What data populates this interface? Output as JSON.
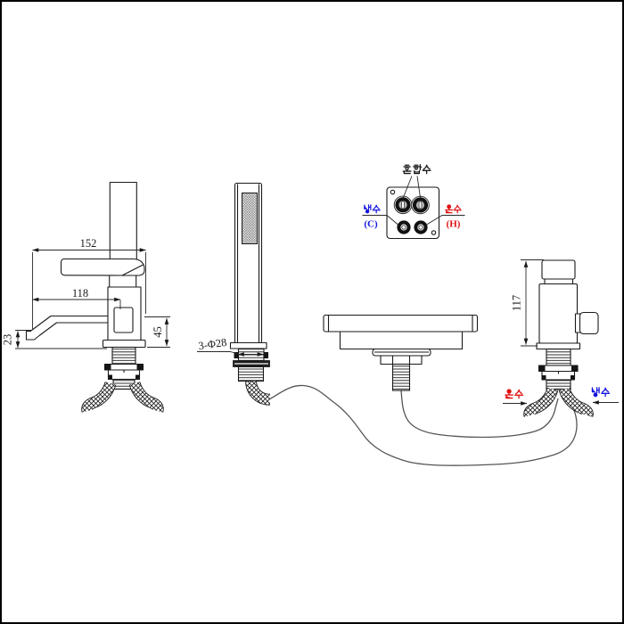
{
  "diagram": {
    "dimensions": {
      "reach": "152",
      "center_offset": "118",
      "outlet_drop": "23",
      "body_height": "45",
      "valve_height": "117",
      "hole_spec": "3-Φ28"
    },
    "plate": {
      "mixed": "혼합수",
      "cold": "냉수",
      "cold_code": "(C)",
      "hot": "온수",
      "hot_code": "(H)"
    },
    "supply": {
      "hot": "온수",
      "cold": "냉수"
    },
    "colors": {
      "cold": "#1414e0",
      "hot": "#e01414",
      "line": "#1a1a1a"
    }
  }
}
